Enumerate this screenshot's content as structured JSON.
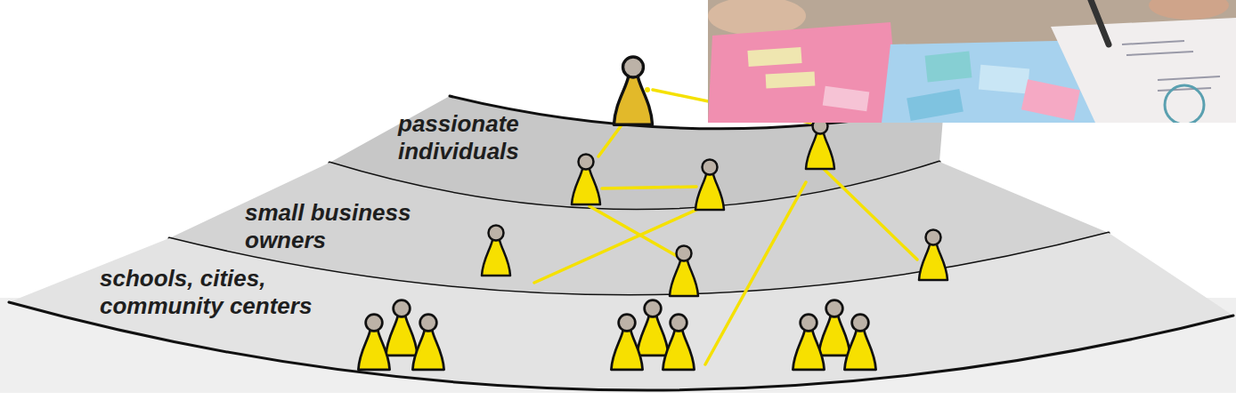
{
  "diagram": {
    "nodes": [
      {
        "text": [
          "passionate individuals"
        ]
      },
      {
        "text": [
          "small business owners"
        ]
      },
      {
        "text": [
          "schools, cities, community centers"
        ]
      }
    ]
  }
}
